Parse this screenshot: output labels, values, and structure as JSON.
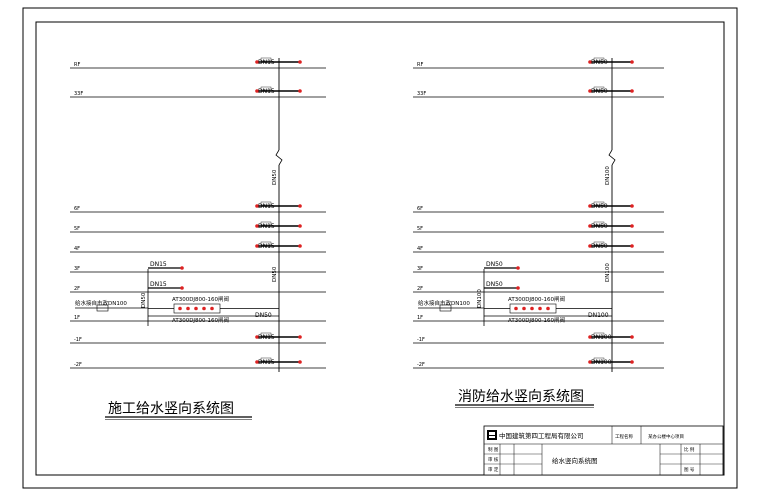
{
  "left": {
    "title": "施工给水竖向系统图",
    "floors": [
      "RF",
      "33F",
      "6F",
      "5F",
      "4F",
      "3F",
      "2F",
      "1F",
      "-1F",
      "-2F"
    ],
    "branch_labels": [
      "DN15",
      "DN15",
      "DN15",
      "DN15",
      "DN15",
      "DN15",
      "DN15",
      "DN15",
      "DN15",
      "DN15"
    ],
    "riser_label_top": "DN50",
    "riser_label_bottom": "DN50",
    "riser_label_side": "DN50",
    "main_label": "DN50",
    "source_label": "给水接自市政DN100",
    "meter_top": "AT300DJ800-160闸阀",
    "meter_bottom": "AT300DJ800-160闸阀"
  },
  "right": {
    "title": "消防给水竖向系统图",
    "floors": [
      "RF",
      "33F",
      "6F",
      "5F",
      "4F",
      "3F",
      "2F",
      "1F",
      "-1F",
      "-2F"
    ],
    "branch_labels": [
      "DN50",
      "DN50",
      "DN50",
      "DN50",
      "DN50",
      "DN50",
      "DN50",
      "DN100",
      "DN100",
      "DN100"
    ],
    "riser_label_top": "DN100",
    "riser_label_bottom": "DN100",
    "riser_label_side": "DN100",
    "main_label": "DN100",
    "source_label": "给水接自市政DN100",
    "meter_top": "AT300DJ800-160闸阀",
    "meter_bottom": "AT300DJ800-160闸阀"
  },
  "title_block": {
    "company": "中国建筑第四工程局有限公司",
    "project_label": "工程名称",
    "project_name": "某办公楼中心项目",
    "drawing_title": "给水竖向系统图",
    "left_rows": [
      "制 图",
      "审 核",
      "审 定"
    ],
    "right_rows": [
      "比 例",
      "图 号"
    ]
  }
}
